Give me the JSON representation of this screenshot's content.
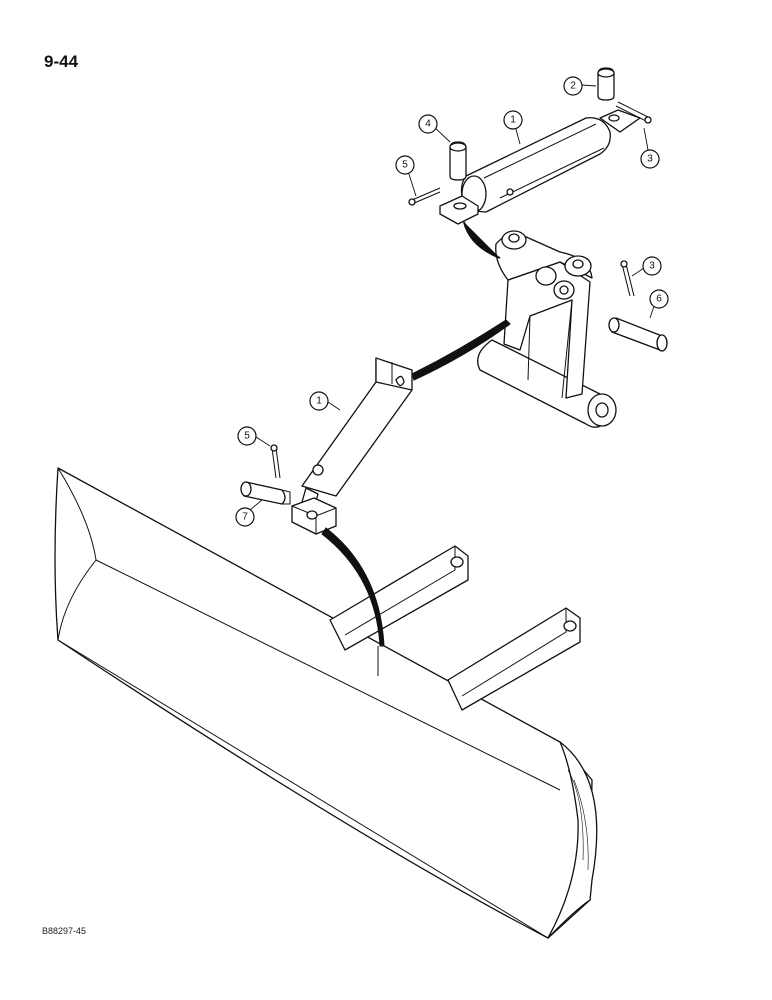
{
  "page": {
    "page_number": "9-44",
    "figure_code": "B88297-45"
  },
  "callouts": [
    {
      "label": "1"
    },
    {
      "label": "2"
    },
    {
      "label": "3"
    },
    {
      "label": "4"
    },
    {
      "label": "5"
    },
    {
      "label": "6"
    },
    {
      "label": "1"
    },
    {
      "label": "5"
    },
    {
      "label": "7"
    },
    {
      "label": "3"
    }
  ]
}
